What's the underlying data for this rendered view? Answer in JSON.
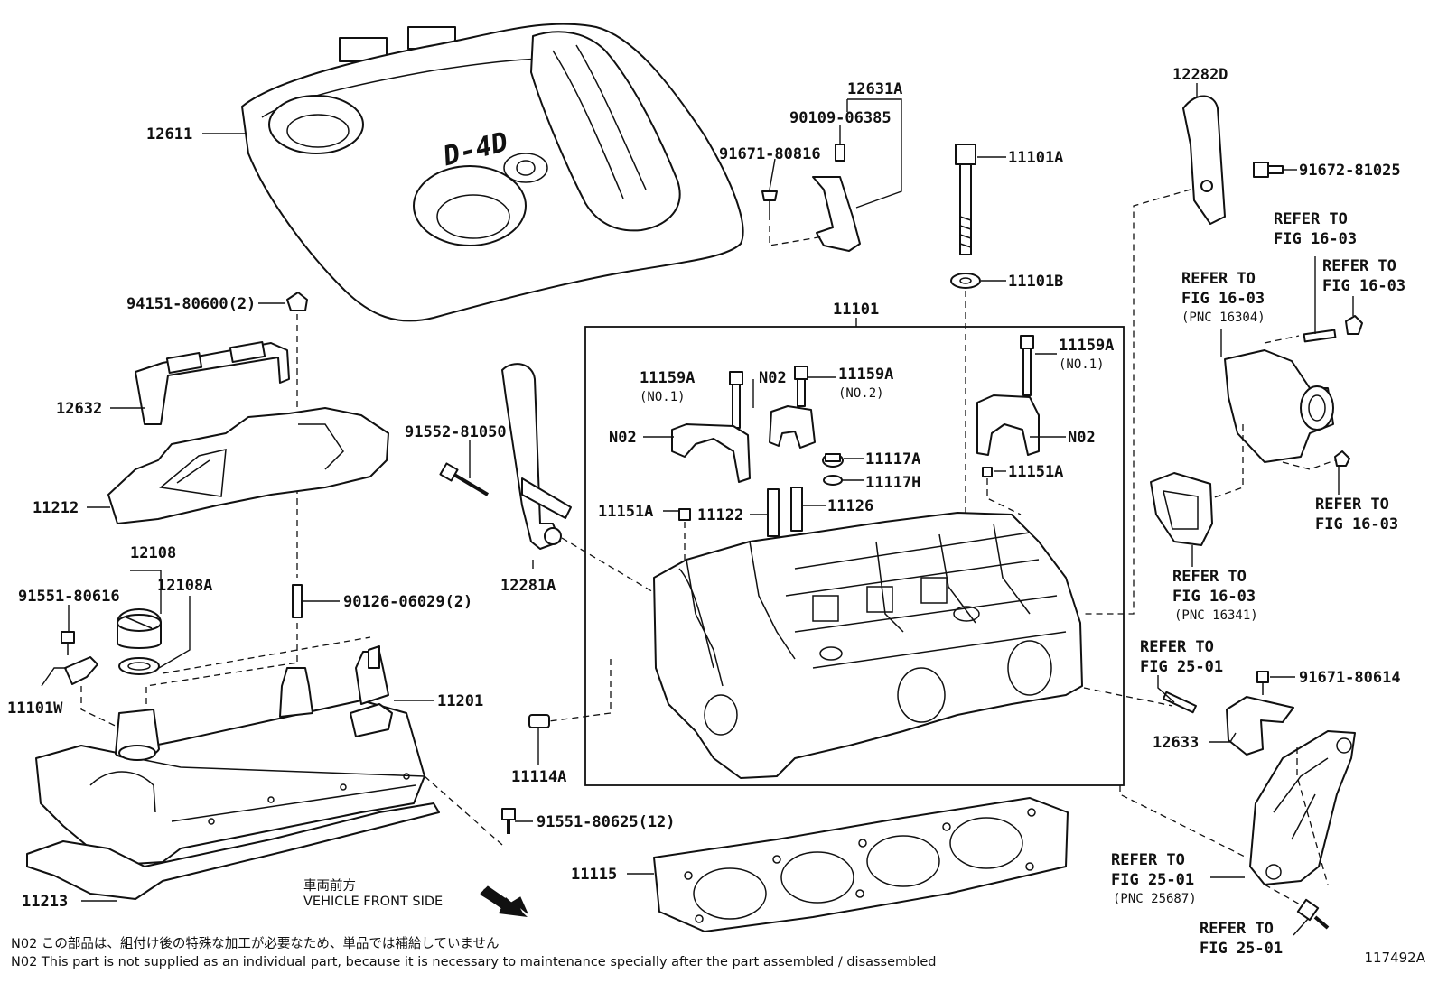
{
  "diagram": {
    "labels": [
      {
        "id": "l12611",
        "text": "12611"
      },
      {
        "id": "l12631A",
        "text": "12631A"
      },
      {
        "id": "l90109",
        "text": "90109-06385"
      },
      {
        "id": "l91671a",
        "text": "91671-80816"
      },
      {
        "id": "l11101A",
        "text": "11101A"
      },
      {
        "id": "l11101B",
        "text": "11101B"
      },
      {
        "id": "l12282D",
        "text": "12282D"
      },
      {
        "id": "l91672",
        "text": "91672-81025"
      },
      {
        "id": "l94151",
        "text": "94151-80600(2)"
      },
      {
        "id": "l12632",
        "text": "12632"
      },
      {
        "id": "l11212",
        "text": "11212"
      },
      {
        "id": "l91552",
        "text": "91552-81050"
      },
      {
        "id": "l11101",
        "text": "11101"
      },
      {
        "id": "l11159A_1",
        "text": "11159A"
      },
      {
        "id": "l11159A_2",
        "text": "11159A"
      },
      {
        "id": "l11159A_3",
        "text": "11159A"
      },
      {
        "id": "lN02_1",
        "text": "N02"
      },
      {
        "id": "lN02_2",
        "text": "N02"
      },
      {
        "id": "lN02_3",
        "text": "N02"
      },
      {
        "id": "l11117A",
        "text": "11117A"
      },
      {
        "id": "l11117H",
        "text": "11117H"
      },
      {
        "id": "l11151A_1",
        "text": "11151A"
      },
      {
        "id": "l11151A_2",
        "text": "11151A"
      },
      {
        "id": "l11122",
        "text": "11122"
      },
      {
        "id": "l11126",
        "text": "11126"
      },
      {
        "id": "l12108",
        "text": "12108"
      },
      {
        "id": "l12108A",
        "text": "12108A"
      },
      {
        "id": "l91551a",
        "text": "91551-80616"
      },
      {
        "id": "l90126",
        "text": "90126-06029(2)"
      },
      {
        "id": "l12281A",
        "text": "12281A"
      },
      {
        "id": "l11101W",
        "text": "11101W"
      },
      {
        "id": "l11201",
        "text": "11201"
      },
      {
        "id": "l11114A",
        "text": "11114A"
      },
      {
        "id": "l91551b",
        "text": "91551-80625(12)"
      },
      {
        "id": "l11115",
        "text": "11115"
      },
      {
        "id": "l11213",
        "text": "11213"
      },
      {
        "id": "l12633",
        "text": "12633"
      },
      {
        "id": "l91671b",
        "text": "91671-80614"
      },
      {
        "id": "r1a",
        "text": "REFER TO"
      },
      {
        "id": "r1b",
        "text": "FIG 16-03"
      },
      {
        "id": "r2a",
        "text": "REFER TO"
      },
      {
        "id": "r2b",
        "text": "FIG 16-03"
      },
      {
        "id": "r2c",
        "text": "(PNC 16304)"
      },
      {
        "id": "r3a",
        "text": "REFER TO"
      },
      {
        "id": "r3b",
        "text": "FIG 16-03"
      },
      {
        "id": "r4a",
        "text": "REFER TO"
      },
      {
        "id": "r4b",
        "text": "FIG 16-03"
      },
      {
        "id": "r5a",
        "text": "REFER TO"
      },
      {
        "id": "r5b",
        "text": "FIG 16-03"
      },
      {
        "id": "r5c",
        "text": "(PNC 16341)"
      },
      {
        "id": "r6a",
        "text": "REFER TO"
      },
      {
        "id": "r6b",
        "text": "FIG 25-01"
      },
      {
        "id": "r7a",
        "text": "REFER TO"
      },
      {
        "id": "r7b",
        "text": "FIG 25-01"
      },
      {
        "id": "r7c",
        "text": "(PNC 25687)"
      },
      {
        "id": "r8a",
        "text": "REFER TO"
      },
      {
        "id": "r8b",
        "text": "FIG 25-01"
      }
    ],
    "sublabels": [
      {
        "id": "s1",
        "text": "(NO.1)"
      },
      {
        "id": "s2",
        "text": "(NO.2)"
      },
      {
        "id": "s3",
        "text": "(NO.1)"
      }
    ],
    "cover_logo": "D-4D",
    "front_jp": "車両前方",
    "front_en": "VEHICLE FRONT SIDE",
    "note_jp": "N02  この部品は、組付け後の特殊な加工が必要なため、単品では補給していません",
    "note_en": "N02  This part is not supplied as an individual part, because it is necessary to maintenance specially after the part assembled / disassembled",
    "figure_id": "117492A"
  }
}
